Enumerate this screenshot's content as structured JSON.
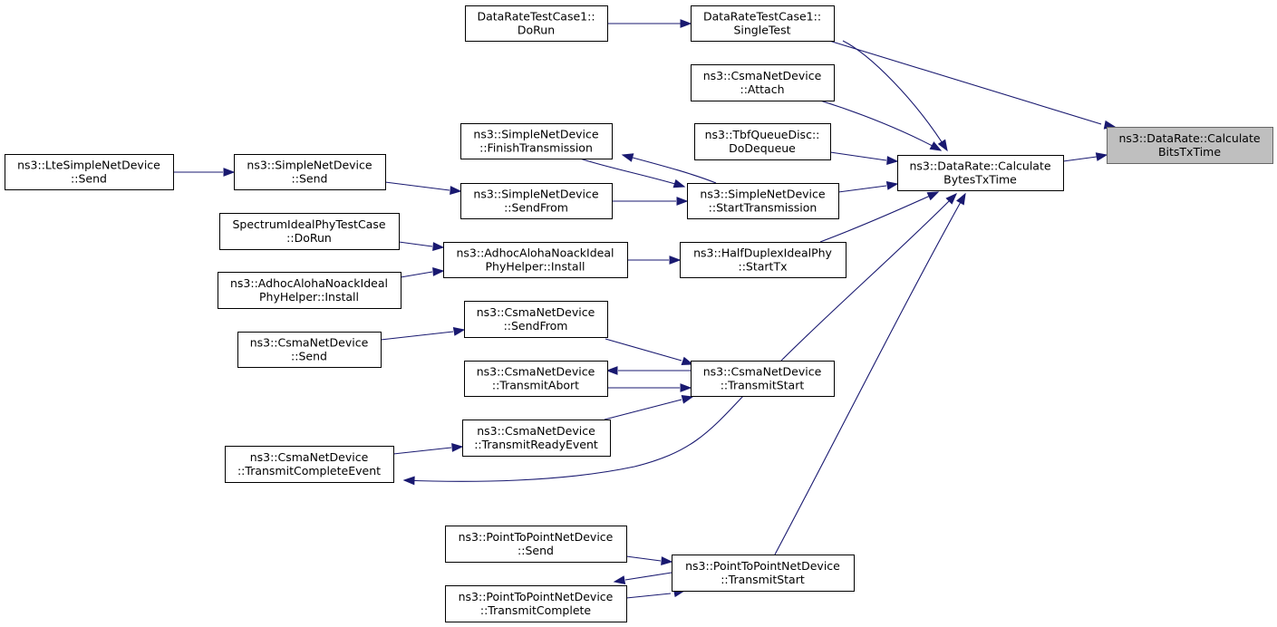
{
  "colors": {
    "edge": "#191970",
    "root_fill": "#bfbfbf",
    "node_fill": "#ffffff",
    "border": "#000000"
  },
  "nodes": {
    "calc_bits": {
      "line1": "ns3::DataRate::Calculate",
      "line2": "BitsTxTime",
      "root": true
    },
    "calc_bytes": {
      "line1": "ns3::DataRate::Calculate",
      "line2": "BytesTxTime"
    },
    "drtc_single": {
      "line1": "DataRateTestCase1::",
      "line2": "SingleTest"
    },
    "drtc_dorun": {
      "line1": "DataRateTestCase1::",
      "line2": "DoRun"
    },
    "csma_attach": {
      "line1": "ns3::CsmaNetDevice",
      "line2": "::Attach"
    },
    "tbf_dequeue": {
      "line1": "ns3::TbfQueueDisc::",
      "line2": "DoDequeue"
    },
    "snd_finish": {
      "line1": "ns3::SimpleNetDevice",
      "line2": "::FinishTransmission"
    },
    "snd_start": {
      "line1": "ns3::SimpleNetDevice",
      "line2": "::StartTransmission"
    },
    "snd_sendfrom": {
      "line1": "ns3::SimpleNetDevice",
      "line2": "::SendFrom"
    },
    "snd_send": {
      "line1": "ns3::SimpleNetDevice",
      "line2": "::Send"
    },
    "lte_send": {
      "line1": "ns3::LteSimpleNetDevice",
      "line2": "::Send"
    },
    "hdip_starttx": {
      "line1": "ns3::HalfDuplexIdealPhy",
      "line2": "::StartTx"
    },
    "aloha_install": {
      "line1": "ns3::AdhocAlohaNoackIdeal",
      "line2": "PhyHelper::Install"
    },
    "spec_dorun": {
      "line1": "SpectrumIdealPhyTestCase",
      "line2": "::DoRun"
    },
    "aloha_install2": {
      "line1": "ns3::AdhocAlohaNoackIdeal",
      "line2": "PhyHelper::Install"
    },
    "csma_tstart": {
      "line1": "ns3::CsmaNetDevice",
      "line2": "::TransmitStart"
    },
    "csma_sendfrom": {
      "line1": "ns3::CsmaNetDevice",
      "line2": "::SendFrom"
    },
    "csma_send": {
      "line1": "ns3::CsmaNetDevice",
      "line2": "::Send"
    },
    "csma_tabort": {
      "line1": "ns3::CsmaNetDevice",
      "line2": "::TransmitAbort"
    },
    "csma_tready": {
      "line1": "ns3::CsmaNetDevice",
      "line2": "::TransmitReadyEvent"
    },
    "csma_tcomplete": {
      "line1": "ns3::CsmaNetDevice",
      "line2": "::TransmitCompleteEvent"
    },
    "p2p_tstart": {
      "line1": "ns3::PointToPointNetDevice",
      "line2": "::TransmitStart"
    },
    "p2p_send": {
      "line1": "ns3::PointToPointNetDevice",
      "line2": "::Send"
    },
    "p2p_tcomplete": {
      "line1": "ns3::PointToPointNetDevice",
      "line2": "::TransmitComplete"
    }
  },
  "edges": [
    {
      "from": "calc_bytes",
      "to": "calc_bits"
    },
    {
      "from": "drtc_single",
      "to": "calc_bits"
    },
    {
      "from": "drtc_dorun",
      "to": "drtc_single"
    },
    {
      "from": "drtc_single",
      "to": "calc_bytes"
    },
    {
      "from": "csma_attach",
      "to": "calc_bytes"
    },
    {
      "from": "tbf_dequeue",
      "to": "calc_bytes"
    },
    {
      "from": "snd_start",
      "to": "calc_bytes"
    },
    {
      "from": "hdip_starttx",
      "to": "calc_bytes"
    },
    {
      "from": "csma_tstart",
      "to": "calc_bytes"
    },
    {
      "from": "p2p_tstart",
      "to": "calc_bytes"
    },
    {
      "from": "snd_start",
      "to": "snd_finish"
    },
    {
      "from": "snd_finish",
      "to": "snd_start"
    },
    {
      "from": "snd_sendfrom",
      "to": "snd_start"
    },
    {
      "from": "snd_send",
      "to": "snd_sendfrom"
    },
    {
      "from": "lte_send",
      "to": "snd_send"
    },
    {
      "from": "aloha_install",
      "to": "hdip_starttx"
    },
    {
      "from": "spec_dorun",
      "to": "aloha_install"
    },
    {
      "from": "aloha_install2",
      "to": "aloha_install"
    },
    {
      "from": "csma_sendfrom",
      "to": "csma_tstart"
    },
    {
      "from": "csma_send",
      "to": "csma_sendfrom"
    },
    {
      "from": "csma_tstart",
      "to": "csma_tabort"
    },
    {
      "from": "csma_tabort",
      "to": "csma_tstart"
    },
    {
      "from": "csma_tready",
      "to": "csma_tstart"
    },
    {
      "from": "csma_tcomplete",
      "to": "csma_tready"
    },
    {
      "from": "csma_tstart",
      "to": "csma_tcomplete"
    },
    {
      "from": "p2p_send",
      "to": "p2p_tstart"
    },
    {
      "from": "p2p_tstart",
      "to": "p2p_tcomplete"
    },
    {
      "from": "p2p_tcomplete",
      "to": "p2p_tstart"
    }
  ]
}
